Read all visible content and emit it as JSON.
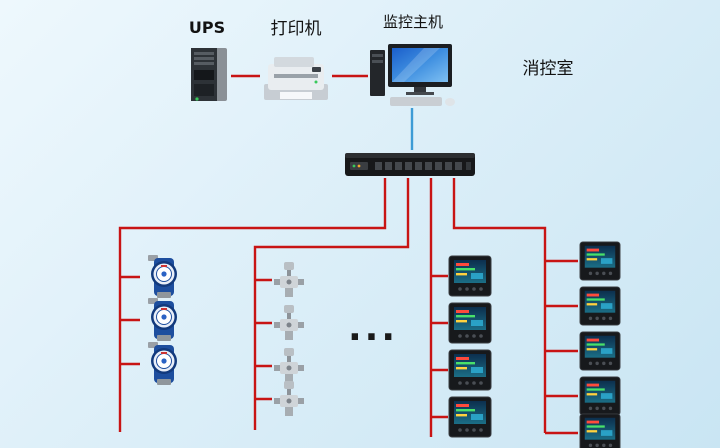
{
  "labels": {
    "ups": "UPS",
    "printer": "打印机",
    "host": "监控主机",
    "room": "消控室",
    "ellipsis": "..."
  },
  "colors": {
    "wire_red": "#c81414",
    "wire_blue": "#3d9bd5",
    "background_top": "#eef8fd",
    "background_bottom": "#c9e5f3"
  },
  "devices": {
    "ups_count": 1,
    "printer_count": 1,
    "monitor_host_count": 1,
    "switch_count": 1,
    "water_meter_count": 3,
    "valve_sensor_count": 4,
    "power_meter_column_a_count": 4,
    "power_meter_column_b_count": 5
  }
}
